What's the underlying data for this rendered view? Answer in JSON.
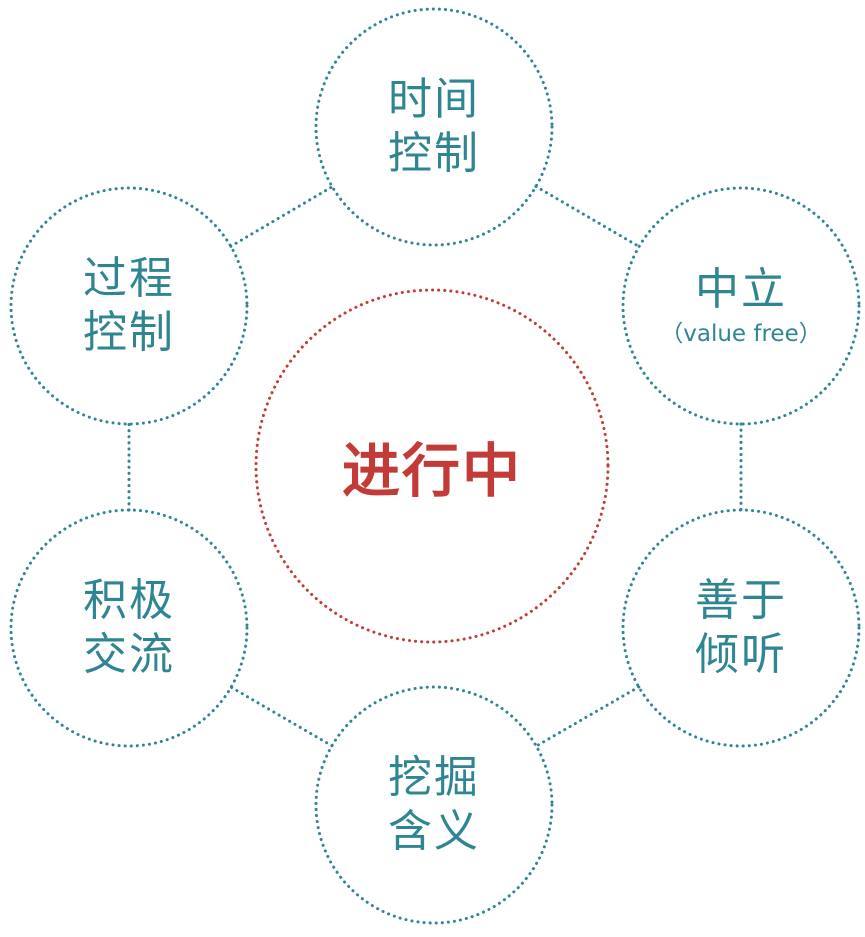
{
  "colors": {
    "ring": "#2f8591",
    "center": "#c23b36",
    "text": "#2f8591"
  },
  "center": {
    "label": "进行中"
  },
  "nodes": [
    {
      "id": "time-control",
      "lines": [
        "时间",
        "控制"
      ],
      "sub": ""
    },
    {
      "id": "neutral",
      "lines": [
        "中立"
      ],
      "sub": "（value free）"
    },
    {
      "id": "listen",
      "lines": [
        "善于",
        "倾听"
      ],
      "sub": ""
    },
    {
      "id": "dig-meaning",
      "lines": [
        "挖掘",
        "含义"
      ],
      "sub": ""
    },
    {
      "id": "communicate",
      "lines": [
        "积极",
        "交流"
      ],
      "sub": ""
    },
    {
      "id": "process-control",
      "lines": [
        "过程",
        "控制"
      ],
      "sub": ""
    }
  ]
}
